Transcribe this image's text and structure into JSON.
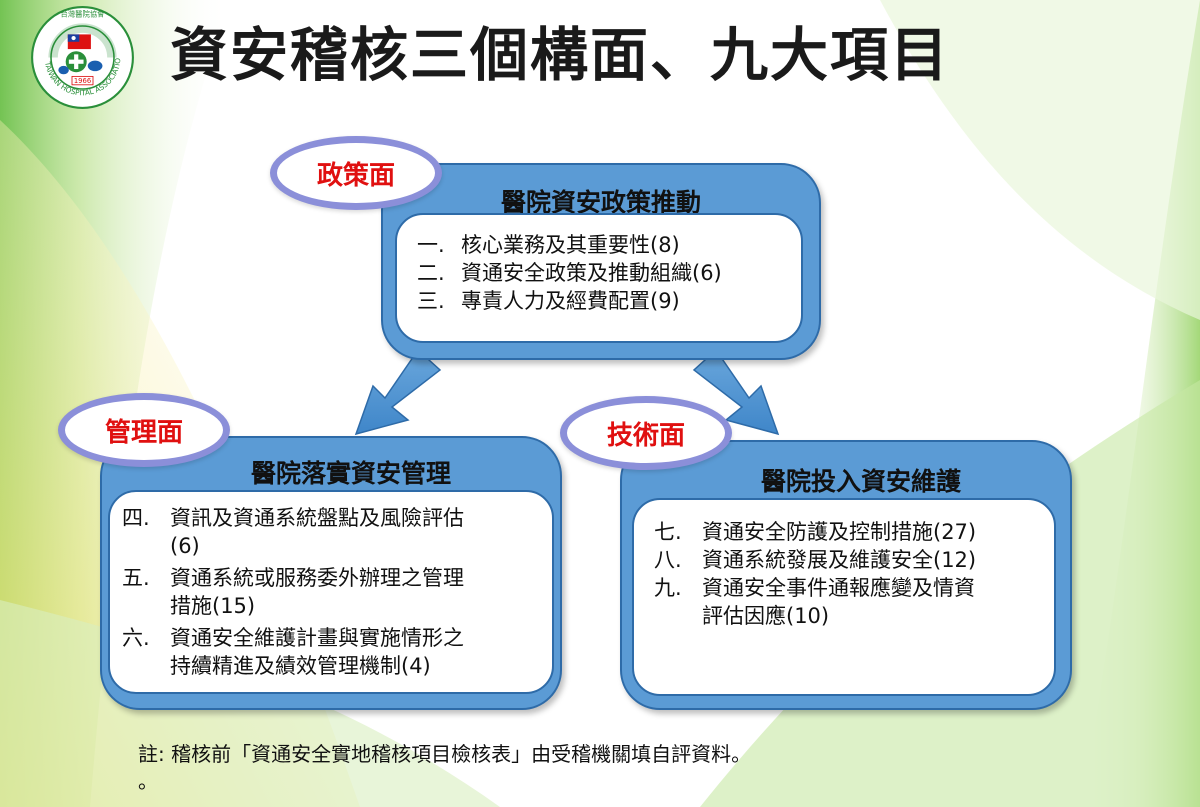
{
  "title": "資安稽核三個構面、九大項目",
  "logo": {
    "top_text": "台灣醫院協會",
    "ring_text": "TAIWAN HOSPITAL ASSOCIATION",
    "year": "1966"
  },
  "sections": {
    "policy": {
      "tag": "政策面",
      "title": "醫院資安政策推動",
      "items": [
        {
          "num": "一.",
          "text": "核心業務及其重要性(8)"
        },
        {
          "num": "二.",
          "text": "資通安全政策及推動組織(6)"
        },
        {
          "num": "三.",
          "text": "專責人力及經費配置(9)"
        }
      ]
    },
    "management": {
      "tag": "管理面",
      "title": "醫院落實資安管理",
      "items": [
        {
          "num": "四.",
          "line1": "資訊及資通系統盤點及風險評估",
          "line2": "(6)"
        },
        {
          "num": "五.",
          "line1": "資通系統或服務委外辦理之管理",
          "line2": "措施(15)"
        },
        {
          "num": "六.",
          "line1": "資通安全維護計畫與實施情形之",
          "line2": "持續精進及績效管理機制(4)"
        }
      ]
    },
    "technical": {
      "tag": "技術面",
      "title": "醫院投入資安維護",
      "items": [
        {
          "num": "七.",
          "line1": "資通安全防護及控制措施(27)",
          "line2": ""
        },
        {
          "num": "八.",
          "line1": "資通系統發展及維護安全(12)",
          "line2": ""
        },
        {
          "num": "九.",
          "line1": "資通安全事件通報應變及情資",
          "line2": "評估因應(10)"
        }
      ]
    }
  },
  "note": "註: 稽核前「資通安全實地稽核項目檢核表」由受稽機關填自評資料。",
  "note_tail": "。",
  "colors": {
    "panel": "#5b9bd5",
    "panel_border": "#2e6ba8",
    "oval_border": "#8b8fd9",
    "tag_text": "#e01010",
    "bg_green": "#8fd14f"
  }
}
